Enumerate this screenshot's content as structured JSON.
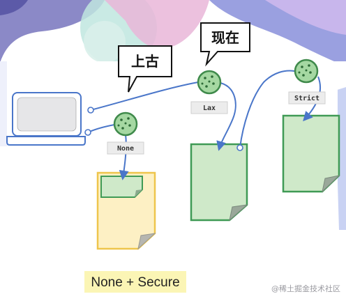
{
  "bubbles": {
    "past": "上古",
    "now": "现在"
  },
  "tags": {
    "none": "None",
    "lax": "Lax",
    "strict": "Strict"
  },
  "caption": "None + Secure",
  "watermark": "@稀土掘金技术社区",
  "colors": {
    "arrow": "#4a76c9",
    "cookie": "#a5d8a2",
    "cookie_stroke": "#3f8a4b",
    "page_green": "#cfe9c9",
    "page_green_stroke": "#3f9a55",
    "page_yellow": "#fdf0c4",
    "page_yellow_stroke": "#eec54c",
    "laptop_stroke": "#4a76c9",
    "caption_bg": "#fbf5b5"
  }
}
